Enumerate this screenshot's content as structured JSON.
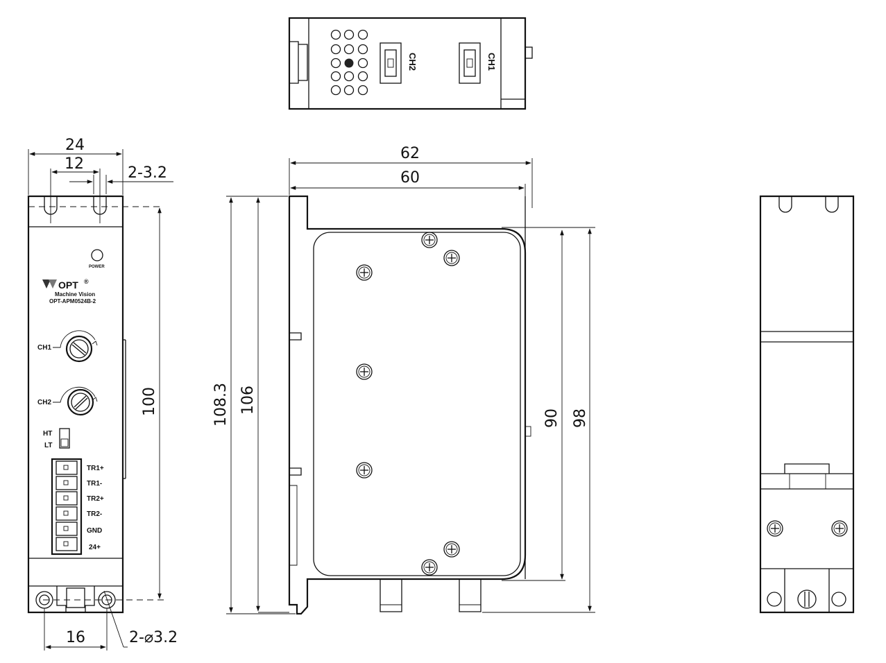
{
  "top_view": {
    "ch2_label": "CH2",
    "ch1_label": "CH1"
  },
  "front_view": {
    "power_label": "POWER",
    "brand": "OPT",
    "registered_mark": "®",
    "tagline": "Machine Vision",
    "model": "OPT-APM0524B-2",
    "ch1_label": "CH1",
    "ch2_label": "CH2",
    "ht_label": "HT",
    "lt_label": "LT",
    "terminals": [
      "TR1+",
      "TR1-",
      "TR2+",
      "TR2-",
      "GND",
      "24+"
    ]
  },
  "dimensions": {
    "front_width": "24",
    "front_slot_pitch": "12",
    "front_slot_size": "2-3.2",
    "front_height": "100",
    "front_bottom_pitch": "16",
    "front_hole_size": "2-⌀3.2",
    "side_width_total": "62",
    "side_width": "60",
    "side_height_total": "108.3",
    "side_height": "106",
    "body_height": "90",
    "body_height_total": "98"
  }
}
